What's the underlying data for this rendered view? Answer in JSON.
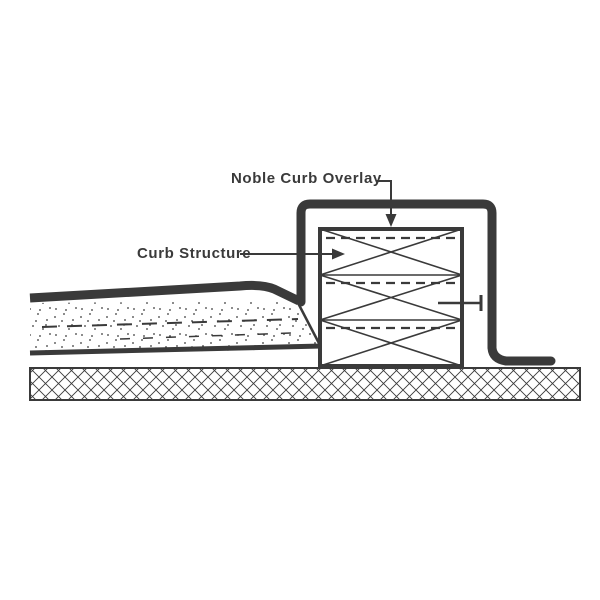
{
  "diagram": {
    "type": "construction-detail",
    "labels": {
      "noble_curb_overlay": "Noble Curb Overlay",
      "curb_structure": "Curb Structure"
    },
    "parts": [
      "curb-overlay-membrane",
      "curb-structure-framing",
      "sloped-mortar-bed",
      "floor-membrane",
      "concrete-slab",
      "fastener"
    ]
  },
  "colors": {
    "line": "#3a3a3a",
    "background": "#ffffff"
  }
}
